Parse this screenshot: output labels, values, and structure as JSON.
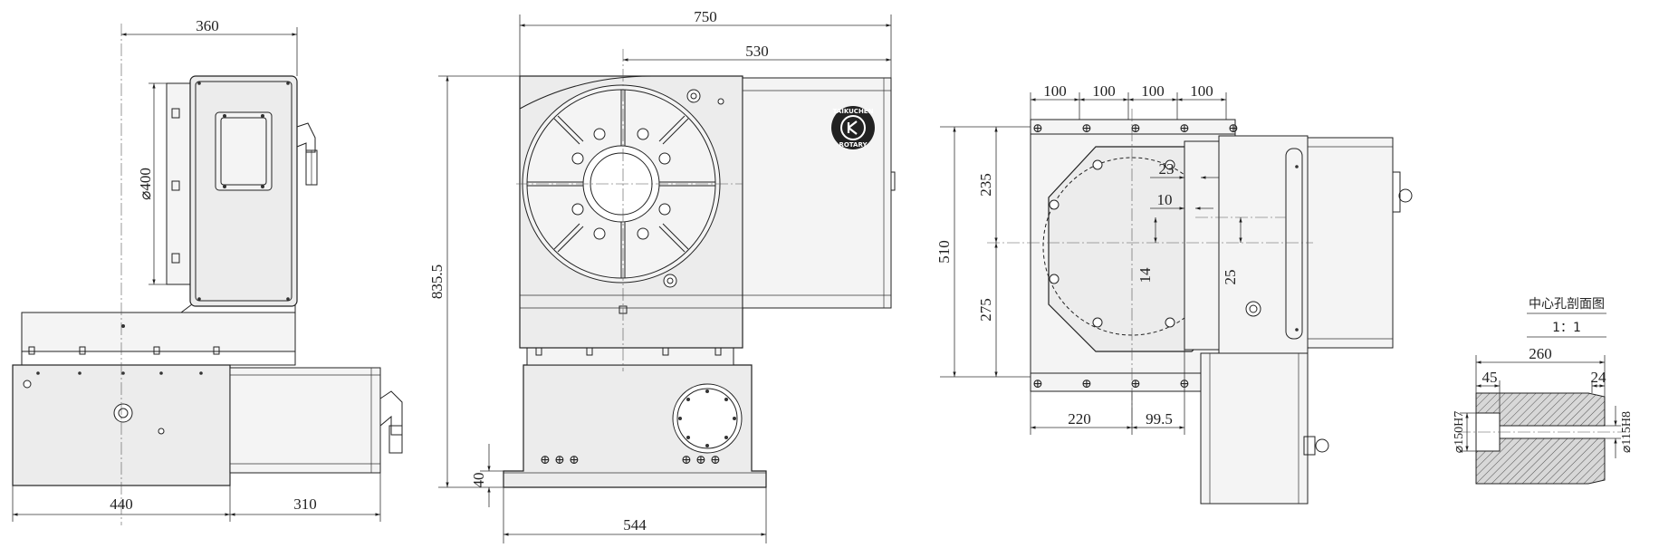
{
  "brand": "TAIKUCHEN",
  "logo_tagline": "ROTARY",
  "side_view": {
    "top_width": "360",
    "plate_diameter": "⌀400",
    "base_width": "440",
    "motor_length": "310"
  },
  "front_view": {
    "total_width": "750",
    "table_offset": "530",
    "total_height": "835.5",
    "base_height": "40",
    "base_width": "544"
  },
  "top_view": {
    "pitch_1": "100",
    "pitch_2": "100",
    "pitch_3": "100",
    "pitch_4": "100",
    "height_total": "510",
    "height_upper": "235",
    "height_lower": "275",
    "dim_23": "23",
    "dim_10": "10",
    "dim_14": "14",
    "dim_25": "25",
    "dim_220": "220",
    "dim_99_5": "99.5"
  },
  "section": {
    "title": "中心孔剖面图",
    "scale": "1：1",
    "length": "260",
    "left_step": "45",
    "right_step": "24",
    "outer_bore": "⌀150H7",
    "inner_bore": "⌀115H8"
  }
}
